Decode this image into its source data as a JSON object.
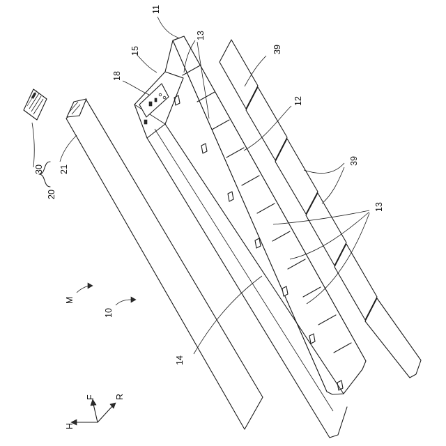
{
  "labels": {
    "n11": "11",
    "n13a": "13",
    "n15": "15",
    "n18": "18",
    "n39a": "39",
    "n12": "12",
    "n39b": "39",
    "n13b": "13",
    "n30": "30",
    "n20": "20",
    "n21": "21",
    "n10": "10",
    "nM": "M",
    "n14": "14"
  },
  "axes": {
    "H": "H",
    "F": "F",
    "R": "R"
  }
}
